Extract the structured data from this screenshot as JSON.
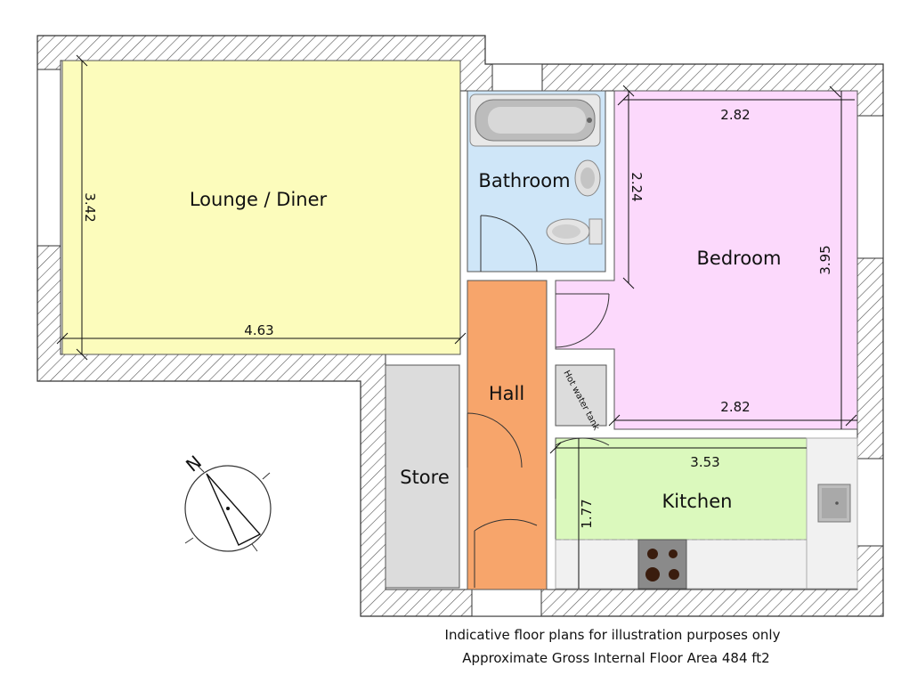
{
  "rooms": {
    "lounge": {
      "name": "Lounge / Diner",
      "color": "#fcfcbc",
      "width": "4.63",
      "depth": "3.42"
    },
    "bathroom": {
      "name": "Bathroom",
      "color": "#cfe6f8"
    },
    "bedroom": {
      "name": "Bedroom",
      "color": "#fcd9fc",
      "width_top": "2.82",
      "width_bottom": "2.82",
      "depth_left": "2.24",
      "depth_right": "3.95"
    },
    "hall": {
      "name": "Hall",
      "color": "#f7a56b"
    },
    "store": {
      "name": "Store",
      "color": "#dcdcdc"
    },
    "kitchen": {
      "name": "Kitchen",
      "color": "#dbf9bd",
      "width": "3.53",
      "depth": "1.77"
    },
    "hot_water_tank": {
      "name": "Hot water tank",
      "color": "#dcdcdc"
    }
  },
  "compass": {
    "label": "N"
  },
  "caption": {
    "line1": "Indicative floor plans for illustration purposes only",
    "line2": "Approximate Gross Internal Floor Area 484 ft2"
  }
}
